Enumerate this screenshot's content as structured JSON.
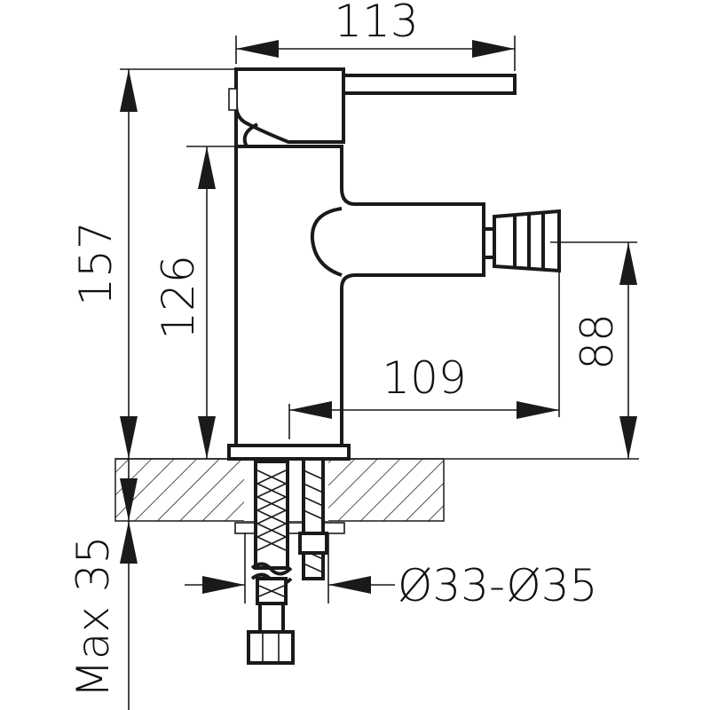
{
  "dimensions": {
    "width_total": "113",
    "height_total": "157",
    "height_body": "126",
    "spout_reach": "109",
    "nozzle_height": "88",
    "hole_diameter": "Ø33-Ø35",
    "max_thickness": "Max 35"
  },
  "colors": {
    "stroke": "#1a1a1a",
    "background": "#ffffff"
  }
}
